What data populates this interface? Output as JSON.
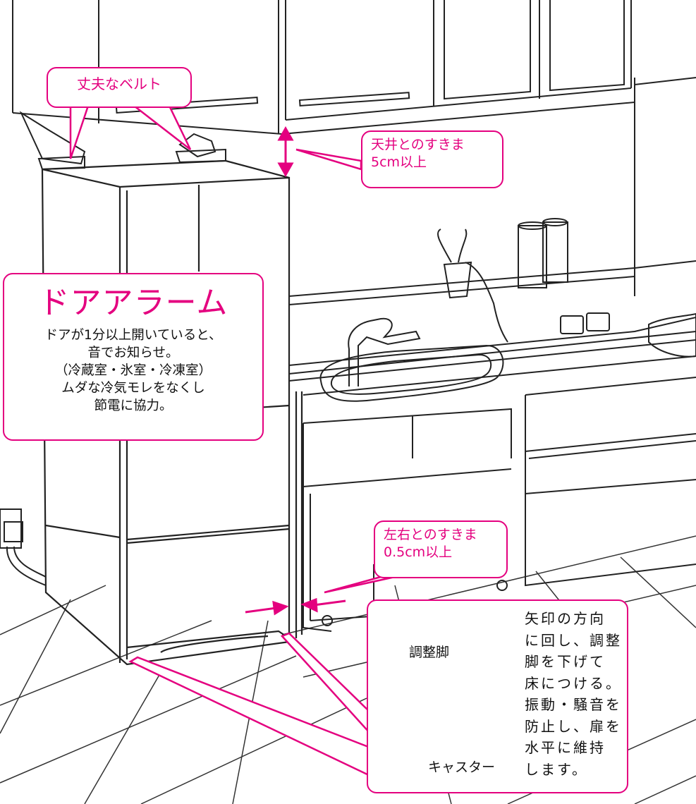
{
  "callouts": {
    "belt": "丈夫なベルト",
    "ceiling_line1": "天井とのすきま",
    "ceiling_line2": "5cm以上",
    "side_line1": "左右とのすきま",
    "side_line2": "0.5cm以上",
    "door_alarm": {
      "title": "ドアアラーム",
      "lines": [
        "ドアが1分以上開いていると、",
        "音でお知らせ。",
        "（冷蔵室・氷室・冷凍室）",
        "ムダな冷気モレをなくし",
        "節電に協力。"
      ]
    }
  },
  "inset": {
    "adjuster_label": "調整脚",
    "caster_label": "キャスター",
    "description_lines": [
      "矢印の方向",
      "に回し、調整",
      "脚を下げて",
      "床につける。",
      "振動・騒音を",
      "防止し、扉を",
      "水平に維持",
      "します。"
    ]
  },
  "colors": {
    "accent": "#e4007f",
    "line": "#222222"
  }
}
